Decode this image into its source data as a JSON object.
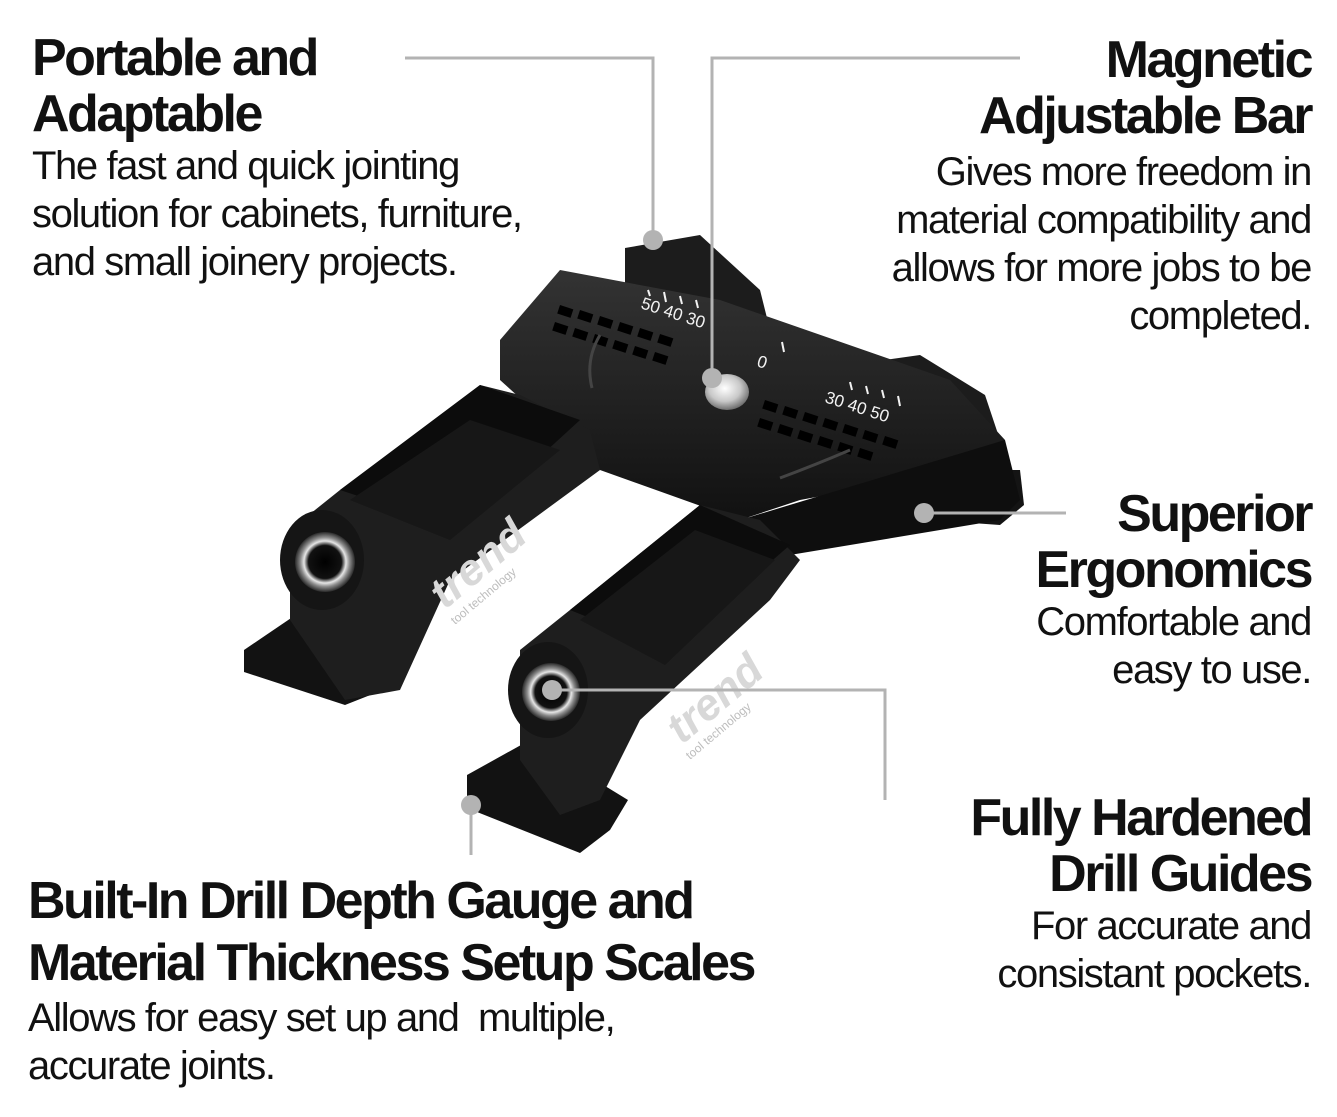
{
  "features": {
    "portable": {
      "title_line1": "Portable and",
      "title_line2": "Adaptable",
      "desc_line1": "The fast and quick jointing",
      "desc_line2": "solution for cabinets, furniture,",
      "desc_line3": "and small joinery projects."
    },
    "magnetic": {
      "title_line1": "Magnetic",
      "title_line2": "Adjustable Bar",
      "desc_line1": "Gives more freedom in",
      "desc_line2": "material compatibility and",
      "desc_line3": "allows for more jobs to be",
      "desc_line4": "completed."
    },
    "ergonomics": {
      "title_line1": "Superior",
      "title_line2": "Ergonomics",
      "desc_line1": "Comfortable and",
      "desc_line2": "easy to use."
    },
    "hardened": {
      "title_line1": "Fully Hardened",
      "title_line2": "Drill Guides",
      "desc_line1": "For accurate and",
      "desc_line2": "consistant pockets."
    },
    "depth": {
      "title_line1": "Built-In Drill Depth Gauge and",
      "title_line2": "Material Thickness Setup Scales",
      "desc_line1": "Allows for easy set up and  multiple,",
      "desc_line2": "accurate joints."
    }
  },
  "product": {
    "brand": "trend",
    "brand_sub": "tool technology",
    "scale_left": "50 40 30",
    "scale_zero": "0",
    "scale_right": "30 40 50"
  },
  "colors": {
    "callout": "#b3b3b3",
    "body": "#1a1a1a",
    "highlight": "#3a3a3a"
  }
}
